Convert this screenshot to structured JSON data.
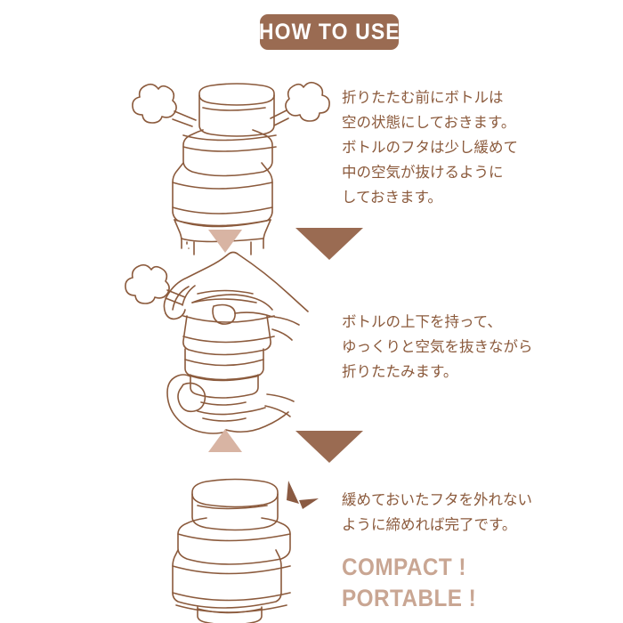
{
  "header": {
    "badge_label": "HOW TO USE",
    "badge_color": "#9a6b52",
    "badge_text_color": "#ffffff"
  },
  "palette": {
    "line": "#8b5a3c",
    "text": "#8b5a3c",
    "arrow_dark": "#9a6b52",
    "arrow_light": "#d8b4a3",
    "tagline": "#c9a693",
    "background": "#ffffff"
  },
  "steps": [
    {
      "id": "step-1",
      "illustration": "bottle-upright-with-air-puffs",
      "text_lines": [
        "折りたたむ前にボトルは",
        "空の状態にしておきます。",
        "ボトルのフタは少し緩めて",
        "中の空気が抜けるように",
        "しておきます。"
      ]
    },
    {
      "id": "step-2",
      "illustration": "hands-collapsing-bottle",
      "text_lines": [
        "ボトルの上下を持って、",
        "ゆっくりと空気を抜きながら",
        "折りたたみます。"
      ]
    },
    {
      "id": "step-3",
      "illustration": "bottle-collapsed-with-sparkles",
      "text_lines": [
        "緩めておいたフタを外れない",
        "ように締めれば完了です。"
      ]
    }
  ],
  "tagline": {
    "line1": "COMPACT !",
    "line2": "PORTABLE !"
  },
  "arrows": [
    {
      "id": "arrow-1-small",
      "direction": "down",
      "tone": "light"
    },
    {
      "id": "arrow-1-large",
      "direction": "down",
      "tone": "dark"
    },
    {
      "id": "arrow-2-small",
      "direction": "up",
      "tone": "light"
    },
    {
      "id": "arrow-2-large",
      "direction": "down",
      "tone": "dark"
    }
  ]
}
